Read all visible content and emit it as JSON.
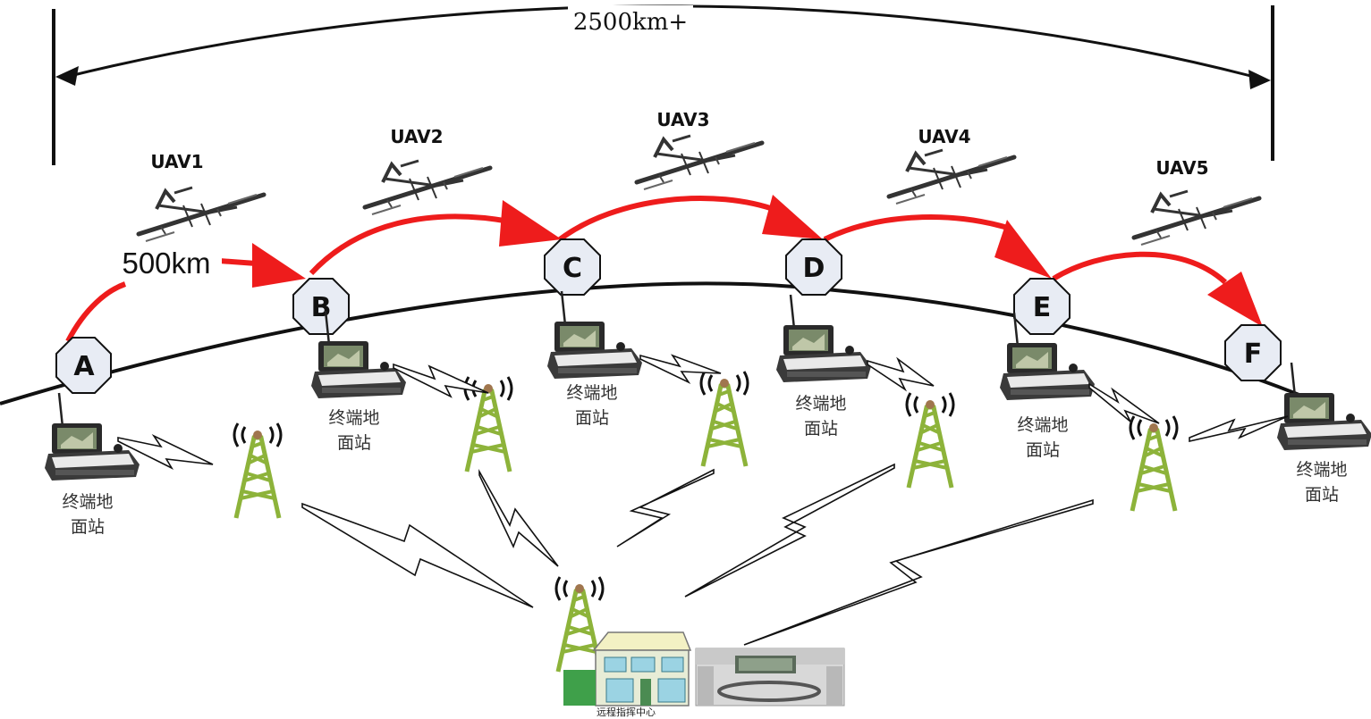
{
  "span": {
    "label": "2500km+"
  },
  "hop_distance": {
    "label": "500km"
  },
  "uavs": [
    {
      "label": "UAV1"
    },
    {
      "label": "UAV2"
    },
    {
      "label": "UAV3"
    },
    {
      "label": "UAV4"
    },
    {
      "label": "UAV5"
    }
  ],
  "relay_points": [
    {
      "label": "A"
    },
    {
      "label": "B"
    },
    {
      "label": "C"
    },
    {
      "label": "D"
    },
    {
      "label": "E"
    },
    {
      "label": "F"
    }
  ],
  "ground_stations": [
    {
      "line1": "终端地",
      "line2": "面站"
    },
    {
      "line1": "终端地",
      "line2": "面站"
    },
    {
      "line1": "终端地",
      "line2": "面站"
    },
    {
      "line1": "终端地",
      "line2": "面站"
    },
    {
      "line1": "终端地",
      "line2": "面站"
    },
    {
      "line1": "终端地",
      "line2": "面站"
    }
  ],
  "command_center": {
    "label": "远程指挥中心"
  },
  "colors": {
    "flight_arc": "#ee1c1c",
    "node_fill": "#e8ecf4",
    "tower": "#8db33a",
    "line": "#111111"
  }
}
